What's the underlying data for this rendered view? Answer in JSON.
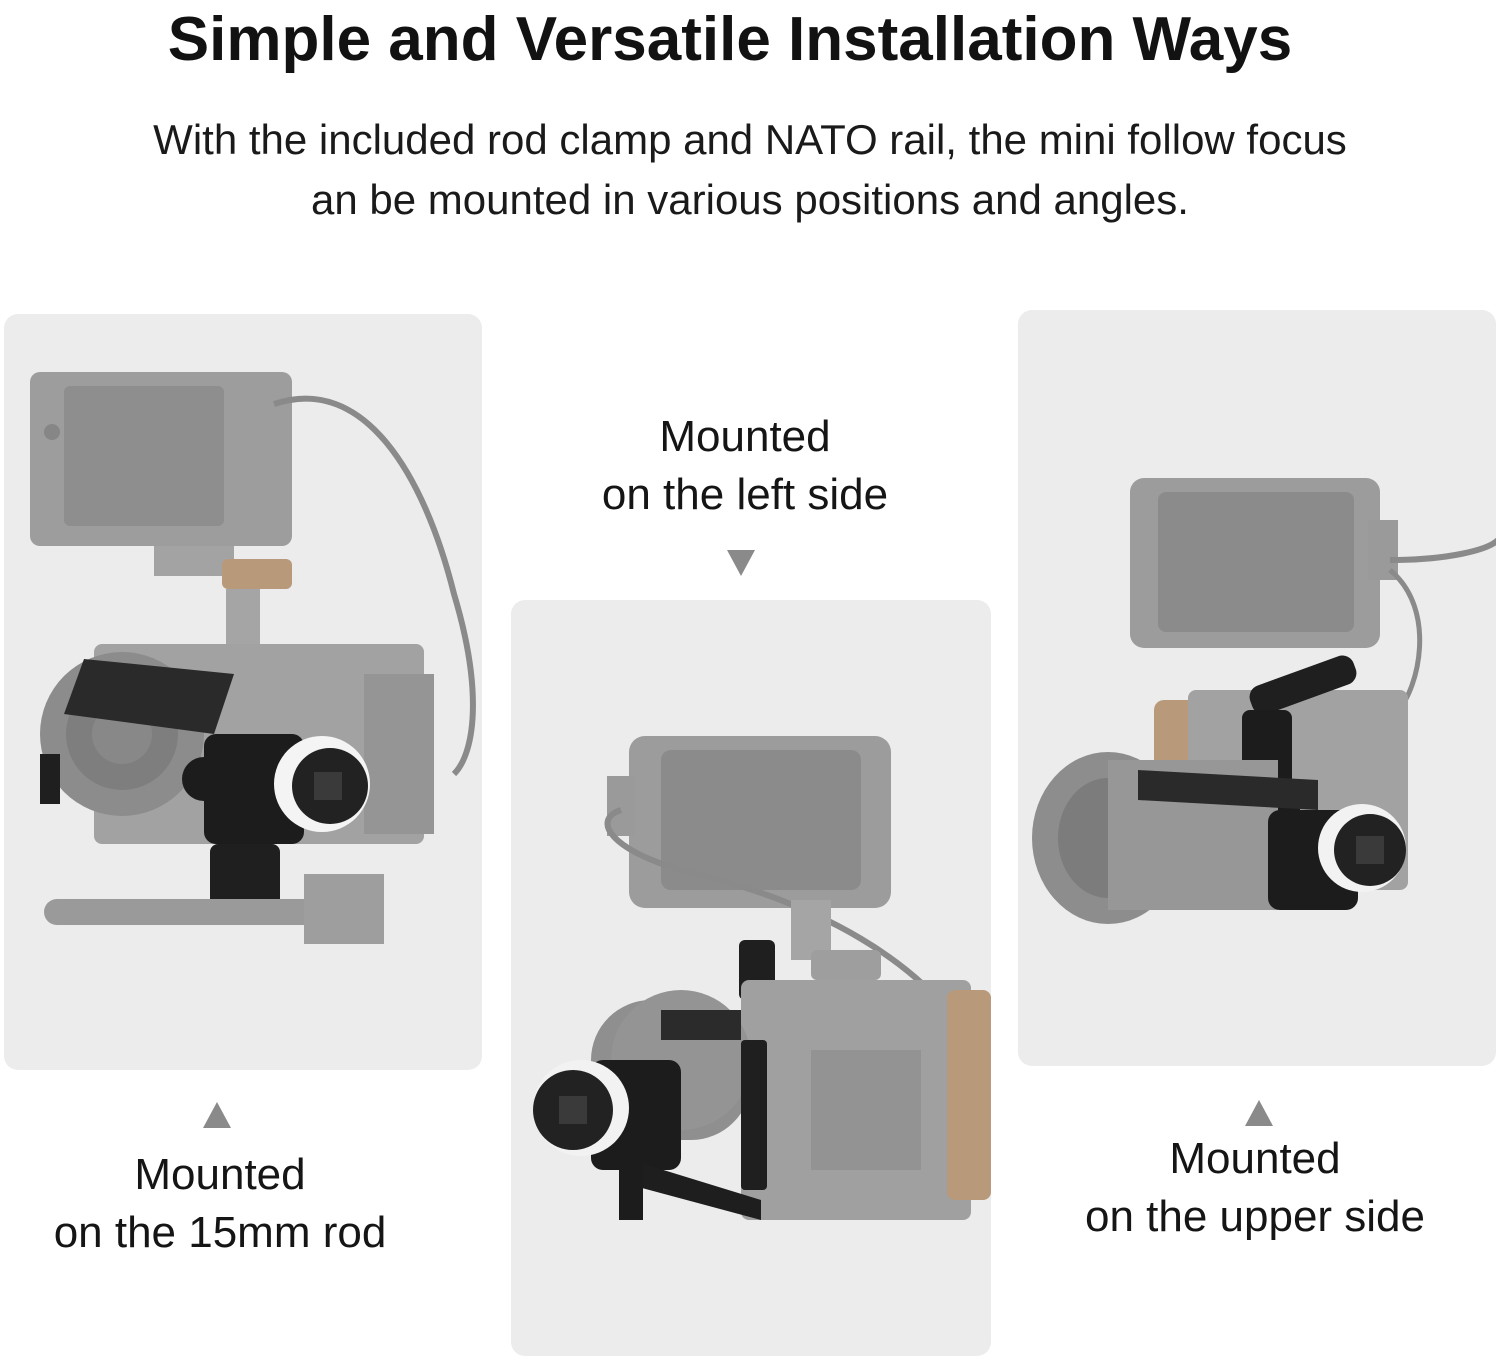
{
  "heading": {
    "title": "Simple and Versatile Installation Ways",
    "subtitle_line1": "With the included rod clamp and NATO rail, the mini follow focus",
    "subtitle_line2": "an be mounted in various positions and angles."
  },
  "panels": [
    {
      "caption_line1": "Mounted",
      "caption_line2": "on the 15mm rod",
      "arrow": "up-triangle-icon"
    },
    {
      "caption_line1": "Mounted",
      "caption_line2": "on the left side",
      "arrow": "down-triangle-icon"
    },
    {
      "caption_line1": "Mounted",
      "caption_line2": "on the upper side",
      "arrow": "up-triangle-icon"
    }
  ],
  "colors": {
    "panel_bg": "#ececec",
    "rig_gray": "#9a9a9a",
    "accessory_black": "#1c1c1c",
    "wood_grip": "#b8997a",
    "arrow": "#8a8a8a"
  }
}
